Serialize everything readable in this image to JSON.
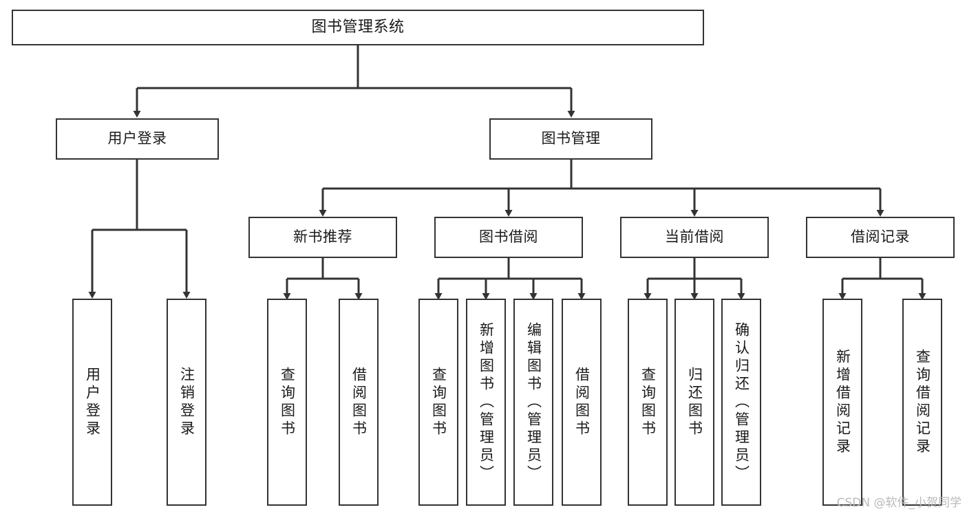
{
  "diagram": {
    "title": "图书管理系统",
    "watermark": "CSDN @软件_小贺同学",
    "colors": {
      "background": "#ffffff",
      "box_border": "#333333",
      "edge": "#333333",
      "text": "#1a1a1a",
      "watermark": "#b9b9b9"
    },
    "nodes": {
      "root": {
        "label": "图书管理系统"
      },
      "level2": [
        {
          "id": "user-login",
          "label": "用户登录"
        },
        {
          "id": "book-manage",
          "label": "图书管理"
        }
      ],
      "level3": [
        {
          "id": "new-book-recommend",
          "label": "新书推荐"
        },
        {
          "id": "book-borrow",
          "label": "图书借阅"
        },
        {
          "id": "current-borrow",
          "label": "当前借阅"
        },
        {
          "id": "borrow-record",
          "label": "借阅记录"
        }
      ],
      "leaves": [
        {
          "id": "leaf-user-login",
          "label": "用户登录",
          "parent": "user-login"
        },
        {
          "id": "leaf-logout-login",
          "label": "注销登录",
          "parent": "user-login"
        },
        {
          "id": "leaf-query-book-1",
          "label": "查询图书",
          "parent": "new-book-recommend"
        },
        {
          "id": "leaf-borrow-book-1",
          "label": "借阅图书",
          "parent": "new-book-recommend"
        },
        {
          "id": "leaf-query-book-2",
          "label": "查询图书",
          "parent": "book-borrow"
        },
        {
          "id": "leaf-add-book",
          "label": "新增图书（管理员）",
          "parent": "book-borrow"
        },
        {
          "id": "leaf-edit-book",
          "label": "编辑图书（管理员）",
          "parent": "book-borrow"
        },
        {
          "id": "leaf-borrow-book-2",
          "label": "借阅图书",
          "parent": "book-borrow"
        },
        {
          "id": "leaf-query-book-3",
          "label": "查询图书",
          "parent": "current-borrow"
        },
        {
          "id": "leaf-return-book",
          "label": "归还图书",
          "parent": "current-borrow"
        },
        {
          "id": "leaf-confirm-return",
          "label": "确认归还（管理员）",
          "parent": "current-borrow"
        },
        {
          "id": "leaf-add-record",
          "label": "新增借阅记录",
          "parent": "borrow-record"
        },
        {
          "id": "leaf-query-record",
          "label": "查询借阅记录",
          "parent": "borrow-record"
        }
      ]
    }
  }
}
